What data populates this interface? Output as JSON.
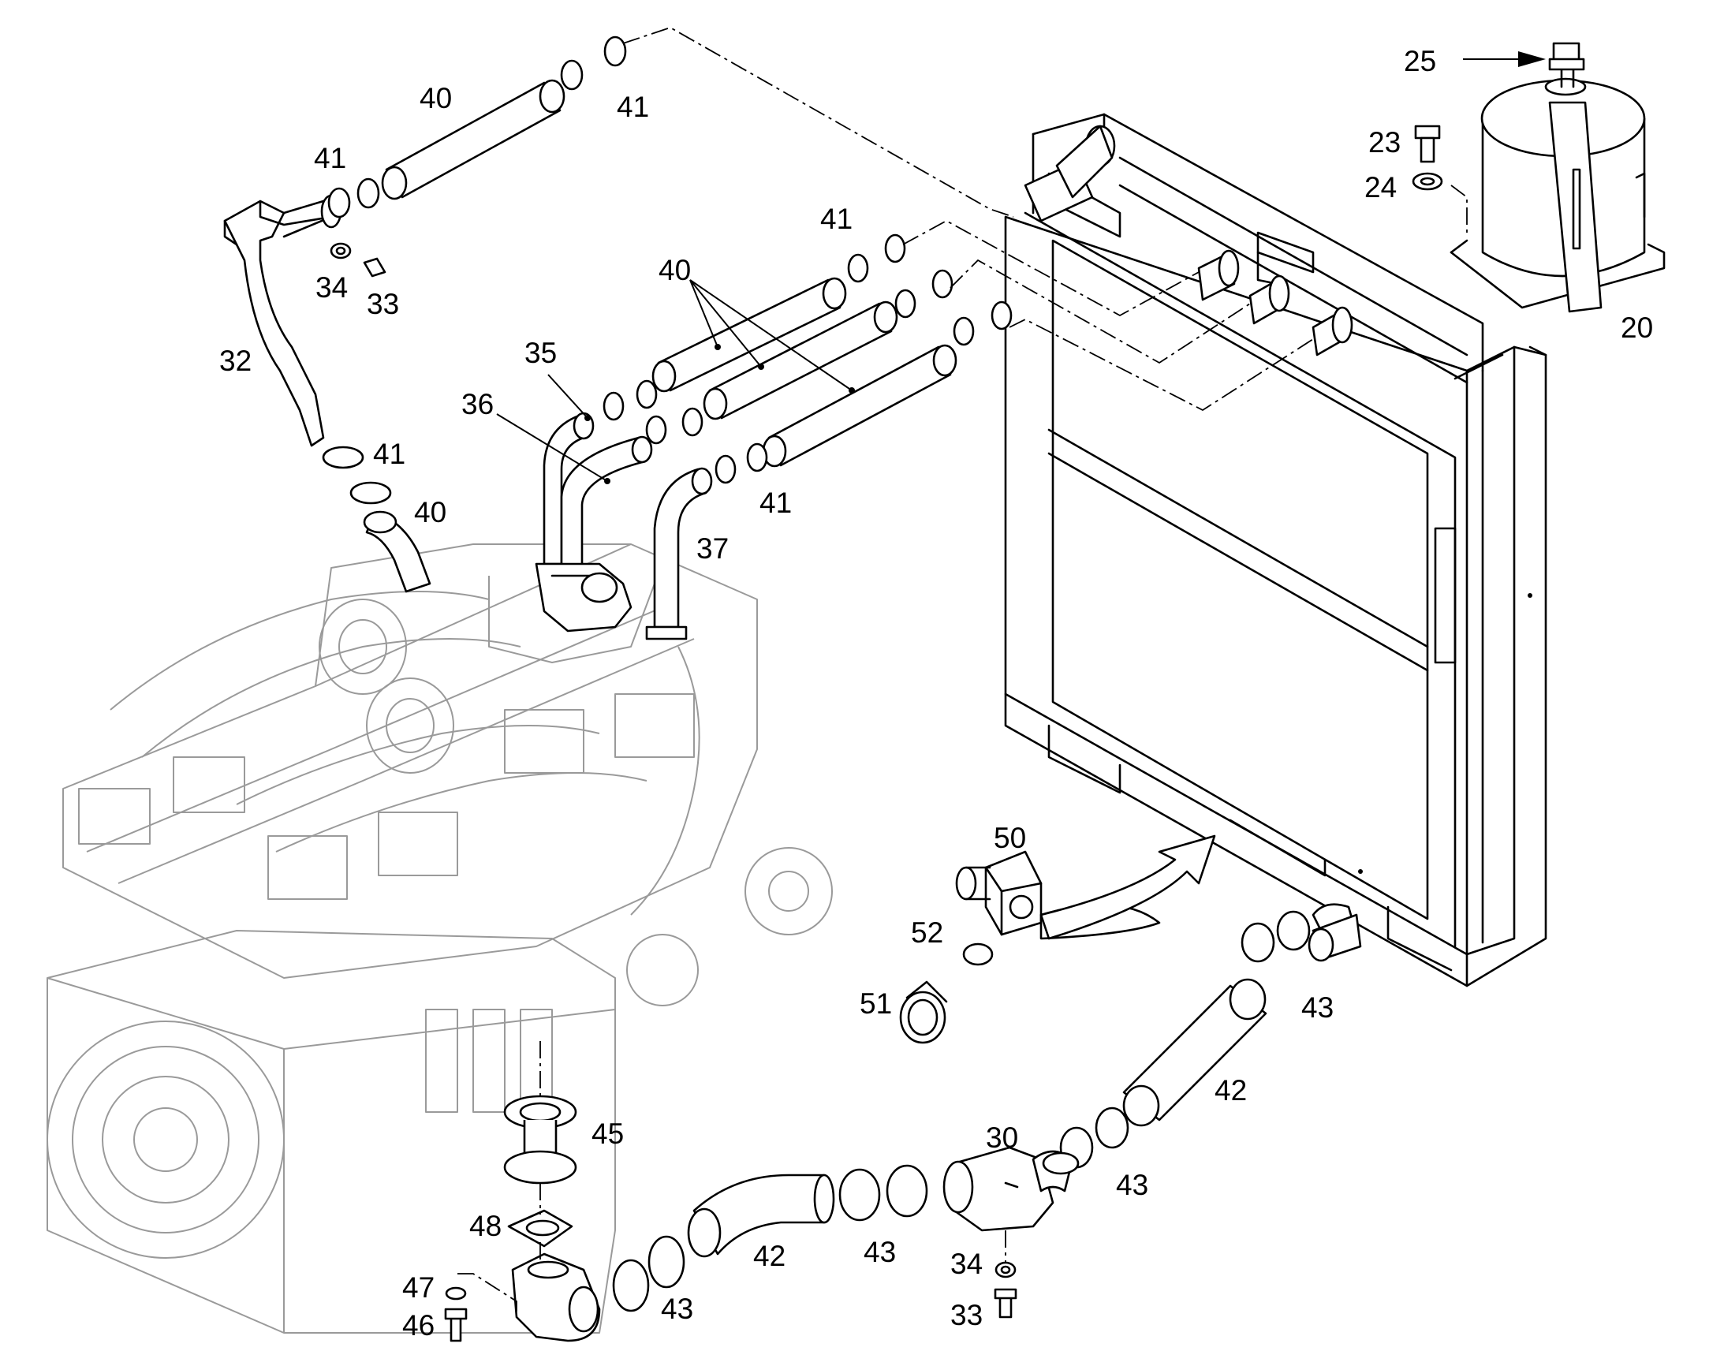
{
  "diagram": {
    "callouts": {
      "c20": "20",
      "c23": "23",
      "c24": "24",
      "c25": "25",
      "c30": "30",
      "c32": "32",
      "c33a": "33",
      "c33b": "33",
      "c34a": "34",
      "c34b": "34",
      "c35": "35",
      "c36": "36",
      "c37": "37",
      "c40a": "40",
      "c40b": "40",
      "c40c": "40",
      "c41a": "41",
      "c41b": "41",
      "c41c": "41",
      "c41d": "41",
      "c41e": "41",
      "c42a": "42",
      "c42b": "42",
      "c43a": "43",
      "c43b": "43",
      "c43c": "43",
      "c43d": "43",
      "c45": "45",
      "c46": "46",
      "c47": "47",
      "c48": "48",
      "c50": "50",
      "c51": "51",
      "c52": "52"
    }
  }
}
